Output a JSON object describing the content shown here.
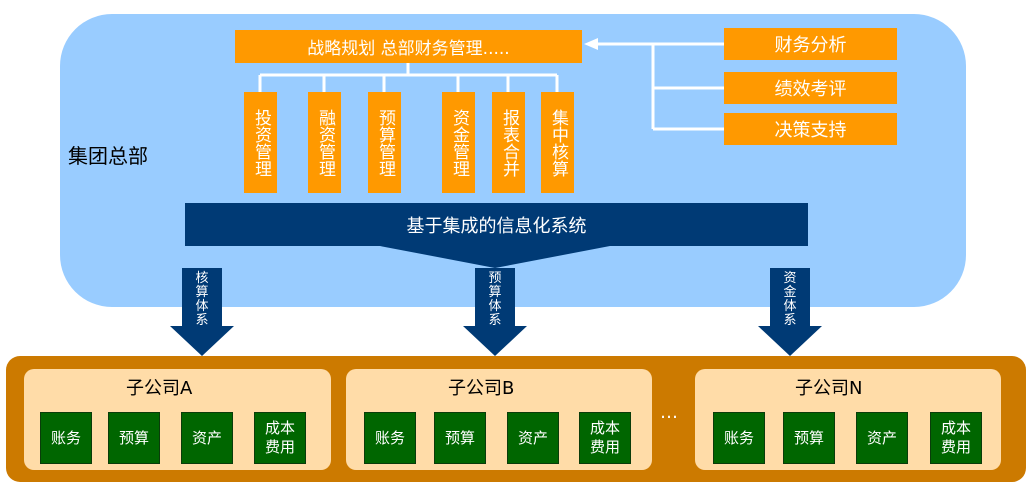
{
  "headquarters": {
    "label": "集团总部",
    "strategy_box": "战略规划  总部财务管理.....",
    "right_boxes": [
      "财务分析",
      "绩效考评",
      "决策支持"
    ],
    "functions": [
      "投资管理",
      "融资管理",
      "预算管理",
      "资金管理",
      "报表合并",
      "集中核算"
    ],
    "platform_banner": "基于集成的信息化系统"
  },
  "flows": [
    {
      "label": "核算体系"
    },
    {
      "label": "预算体系"
    },
    {
      "label": "资金体系"
    }
  ],
  "subsidiaries": [
    {
      "name": "子公司A",
      "modules": [
        "账务",
        "预算",
        "资产",
        "成本费用"
      ]
    },
    {
      "name": "子公司B",
      "modules": [
        "账务",
        "预算",
        "资产",
        "成本费用"
      ]
    },
    {
      "name": "子公司N",
      "modules": [
        "账务",
        "预算",
        "资产",
        "成本费用"
      ]
    }
  ],
  "ellipsis": "…",
  "colors": {
    "hq_bg": "#99ccff",
    "orange": "#ff9900",
    "banner": "#003a75",
    "subsidiary_band": "#cc7a00",
    "subsidiary_panel": "#ffdca8",
    "module_green": "#006600"
  }
}
